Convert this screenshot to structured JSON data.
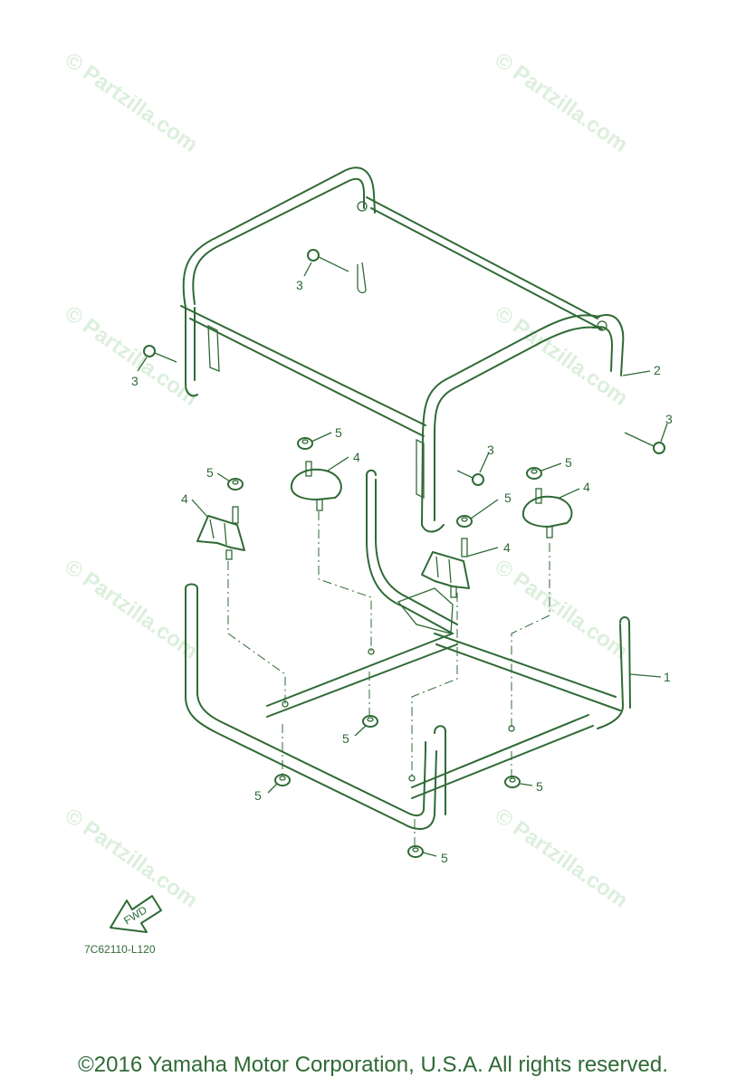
{
  "watermark": "© Partzilla.com",
  "callouts": {
    "frame_lower": "1",
    "frame_upper": "2",
    "bolt": "3",
    "mount": "4",
    "nut": "5"
  },
  "diagram_code": "7C62110-L120",
  "fwd_label": "FWD",
  "copyright": "©2016  Yamaha Motor Corporation, U.S.A. All rights reserved."
}
